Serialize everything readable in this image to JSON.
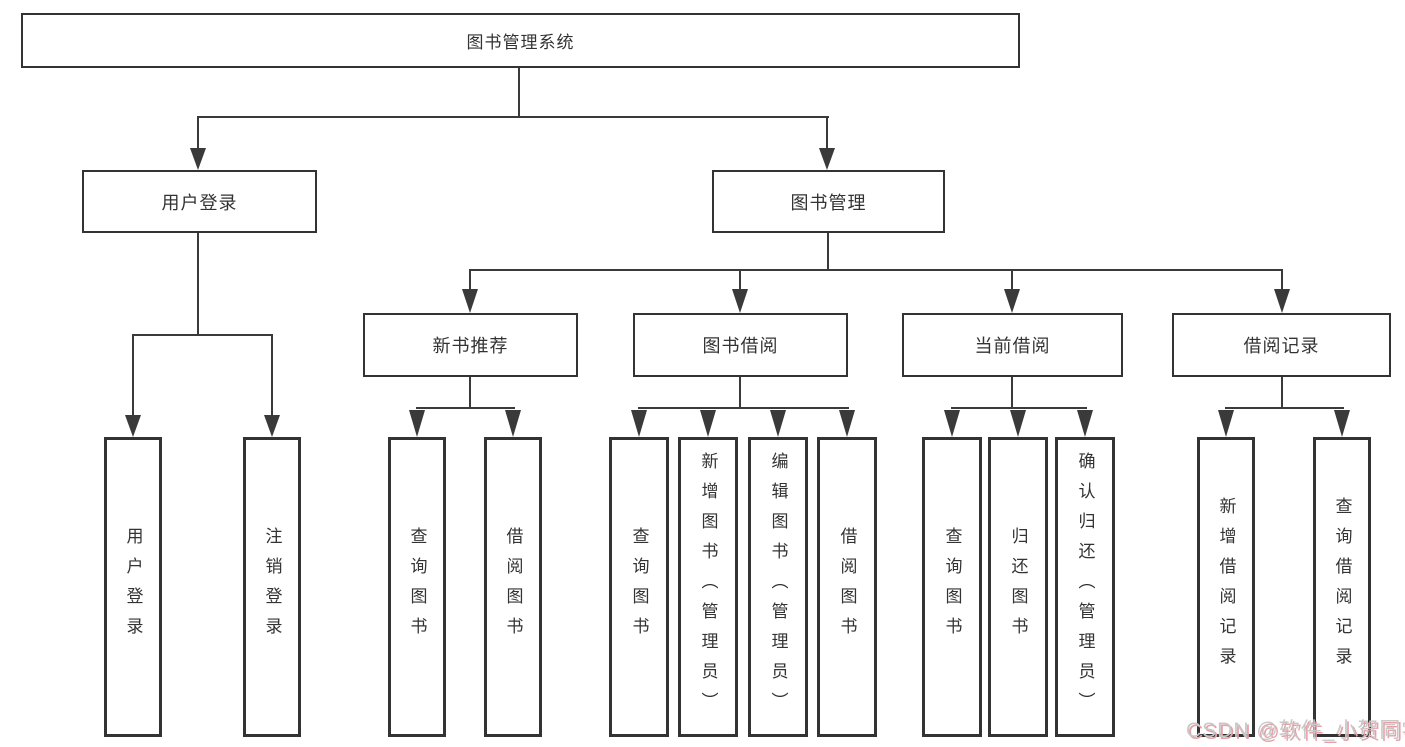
{
  "diagram_title": "图书管理系统",
  "colors": {
    "line": "#3a3a3a",
    "box_border": "#333333",
    "text": "#333333",
    "watermark_text": "#c8c8c8",
    "watermark_shadow": "#e8a0a8"
  },
  "nodes": {
    "root": "图书管理系统",
    "login": "用户登录",
    "book_mgmt": "图书管理",
    "new_book": "新书推荐",
    "book_borrow": "图书借阅",
    "current_borrow": "当前借阅",
    "borrow_records": "借阅记录",
    "login_user": "用户登录",
    "login_logout": "注销登录",
    "newbook_query": "查询图书",
    "newbook_borrow": "借阅图书",
    "borrow_query": "查询图书",
    "borrow_add": "新增图书（管理员）",
    "borrow_edit": "编辑图书（管理员）",
    "borrow_do": "借阅图书",
    "current_query": "查询图书",
    "current_return": "归还图书",
    "current_confirm": "确认归还（管理员）",
    "records_add": "新增借阅记录",
    "records_query": "查询借阅记录"
  },
  "watermark": "CSDN @软件_小贺同学"
}
